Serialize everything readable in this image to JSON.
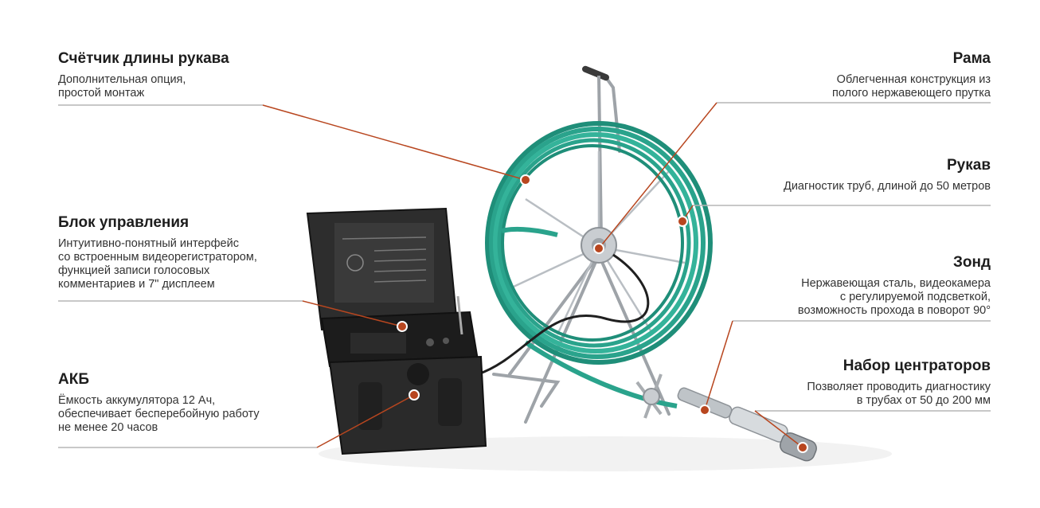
{
  "callouts": {
    "counter": {
      "title": "Счётчик длины рукава",
      "desc": "Дополнительная опция,\nпростой монтаж"
    },
    "control": {
      "title": "Блок управления",
      "desc": "Интуитивно-понятный интерфейс\nсо встроенным видеорегистратором,\nфункцией записи голосовых\nкомментариев и 7\" дисплеем"
    },
    "battery": {
      "title": "АКБ",
      "desc": "Ёмкость аккумулятора 12 Ач,\nобеспечивает бесперебойную работу\nне менее 20 часов"
    },
    "frame": {
      "title": "Рама",
      "desc": "Облегченная конструкция из\nполого нержавеющего прутка"
    },
    "hose": {
      "title": "Рукав",
      "desc": "Диагностик труб, длиной до 50 метров"
    },
    "probe": {
      "title": "Зонд",
      "desc": "Нержавеющая сталь, видеокамера\nс регулируемой подсветкой,\nвозможность прохода в поворот 90°"
    },
    "centrators": {
      "title": "Набор центраторов",
      "desc": "Позволяет проводить диагностику\nв трубах от 50 до 200 мм"
    }
  },
  "colors": {
    "accent": "#b8461f",
    "hose": "#2aa38c",
    "case": "#2a2a2a",
    "steel": "#a9adb1",
    "line_gray": "#b5b5b5"
  }
}
